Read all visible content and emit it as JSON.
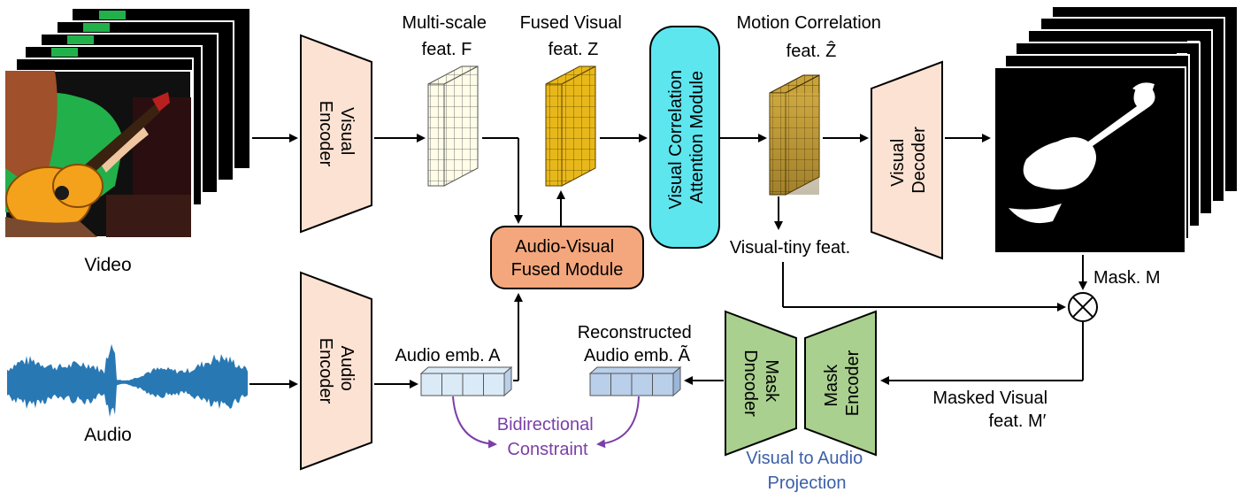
{
  "inputs": {
    "video_label": "Video",
    "audio_label": "Audio"
  },
  "encoders": {
    "visual_encoder": [
      "Visual",
      "Encoder"
    ],
    "audio_encoder": [
      "Audio",
      "Encoder"
    ]
  },
  "features": {
    "multiscale": [
      "Multi-scale",
      "feat. F"
    ],
    "fused": [
      "Fused Visual",
      "feat. Z"
    ],
    "motion": [
      "Motion Correlation",
      "feat. Ẑ"
    ],
    "visual_tiny": "Visual-tiny feat.",
    "audio_emb": "Audio emb. A",
    "reconstructed": [
      "Reconstructed",
      "Audio emb. Ã"
    ],
    "mask": "Mask. M",
    "masked_visual": [
      "Masked Visual",
      "feat. M′"
    ]
  },
  "modules": {
    "av_fused": [
      "Audio-Visual",
      "Fused Module"
    ],
    "correlation": [
      "Visual Correlation",
      "Attention Module"
    ],
    "visual_decoder": [
      "Visual",
      "Decoder"
    ],
    "mask_dncoder": [
      "Mask",
      "Dncoder"
    ],
    "mask_encoder": [
      "Mask",
      "Encoder"
    ]
  },
  "annotations": {
    "bidirectional": [
      "Bidirectional",
      "Constraint"
    ],
    "projection": [
      "Visual to Audio",
      "Projection"
    ]
  },
  "colors": {
    "encoder_fill": "#fbe2d3",
    "av_fused_fill": "#f4a77c",
    "correlation_fill": "#5ee6ef",
    "mask_fill": "#a9d08e",
    "cube_white": "#fffde8",
    "cube_gold": "#e8b81a",
    "cube_bronze": "#c8a23a",
    "emb_fill": "#dbeaf7",
    "recon_fill": "#b9cfea",
    "waveform": "#2878b4",
    "purple": "#7b3fa8",
    "projection_blue": "#3b5fa8",
    "guitar_body": "#f4a21c",
    "shirt": "#22b04b"
  }
}
